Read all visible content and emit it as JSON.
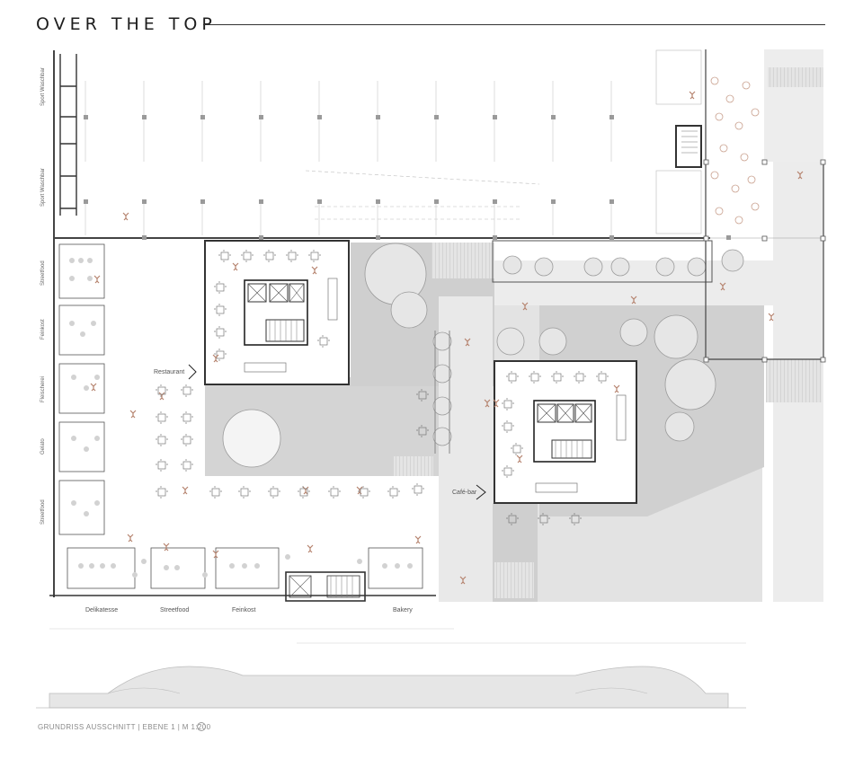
{
  "sheet": {
    "title": "OVER THE TOP",
    "caption": "GRUNDRISS AUSSCHNITT | EBENE 1 | M 1:200"
  },
  "room_labels": {
    "restaurant": "Restaurant",
    "cafe": "Café-bar",
    "shop_1": "Delikatesse",
    "shop_2": "Streetfood",
    "shop_3": "Feinkost",
    "shop_4": "Bakery"
  },
  "side_labels": [
    "Sport Waschbar",
    "Sport Waschbar",
    "Streetfood",
    "Feinkost",
    "Fleischerei",
    "Gelato",
    "Streetfood"
  ],
  "icons": {
    "north": "north-arrow-icon",
    "tree": "tree-canopy-icon",
    "entrance": "entrance-arrow-icon"
  },
  "colors": {
    "ink": "#2b2b2b",
    "light_fill": "#ececec",
    "mid_fill": "#d9d9d9",
    "dark_fill": "#bdbdbd",
    "column": "#9a9a9a",
    "figure_accent": "#b5826d",
    "seat_dot": "#c9c9c9"
  }
}
